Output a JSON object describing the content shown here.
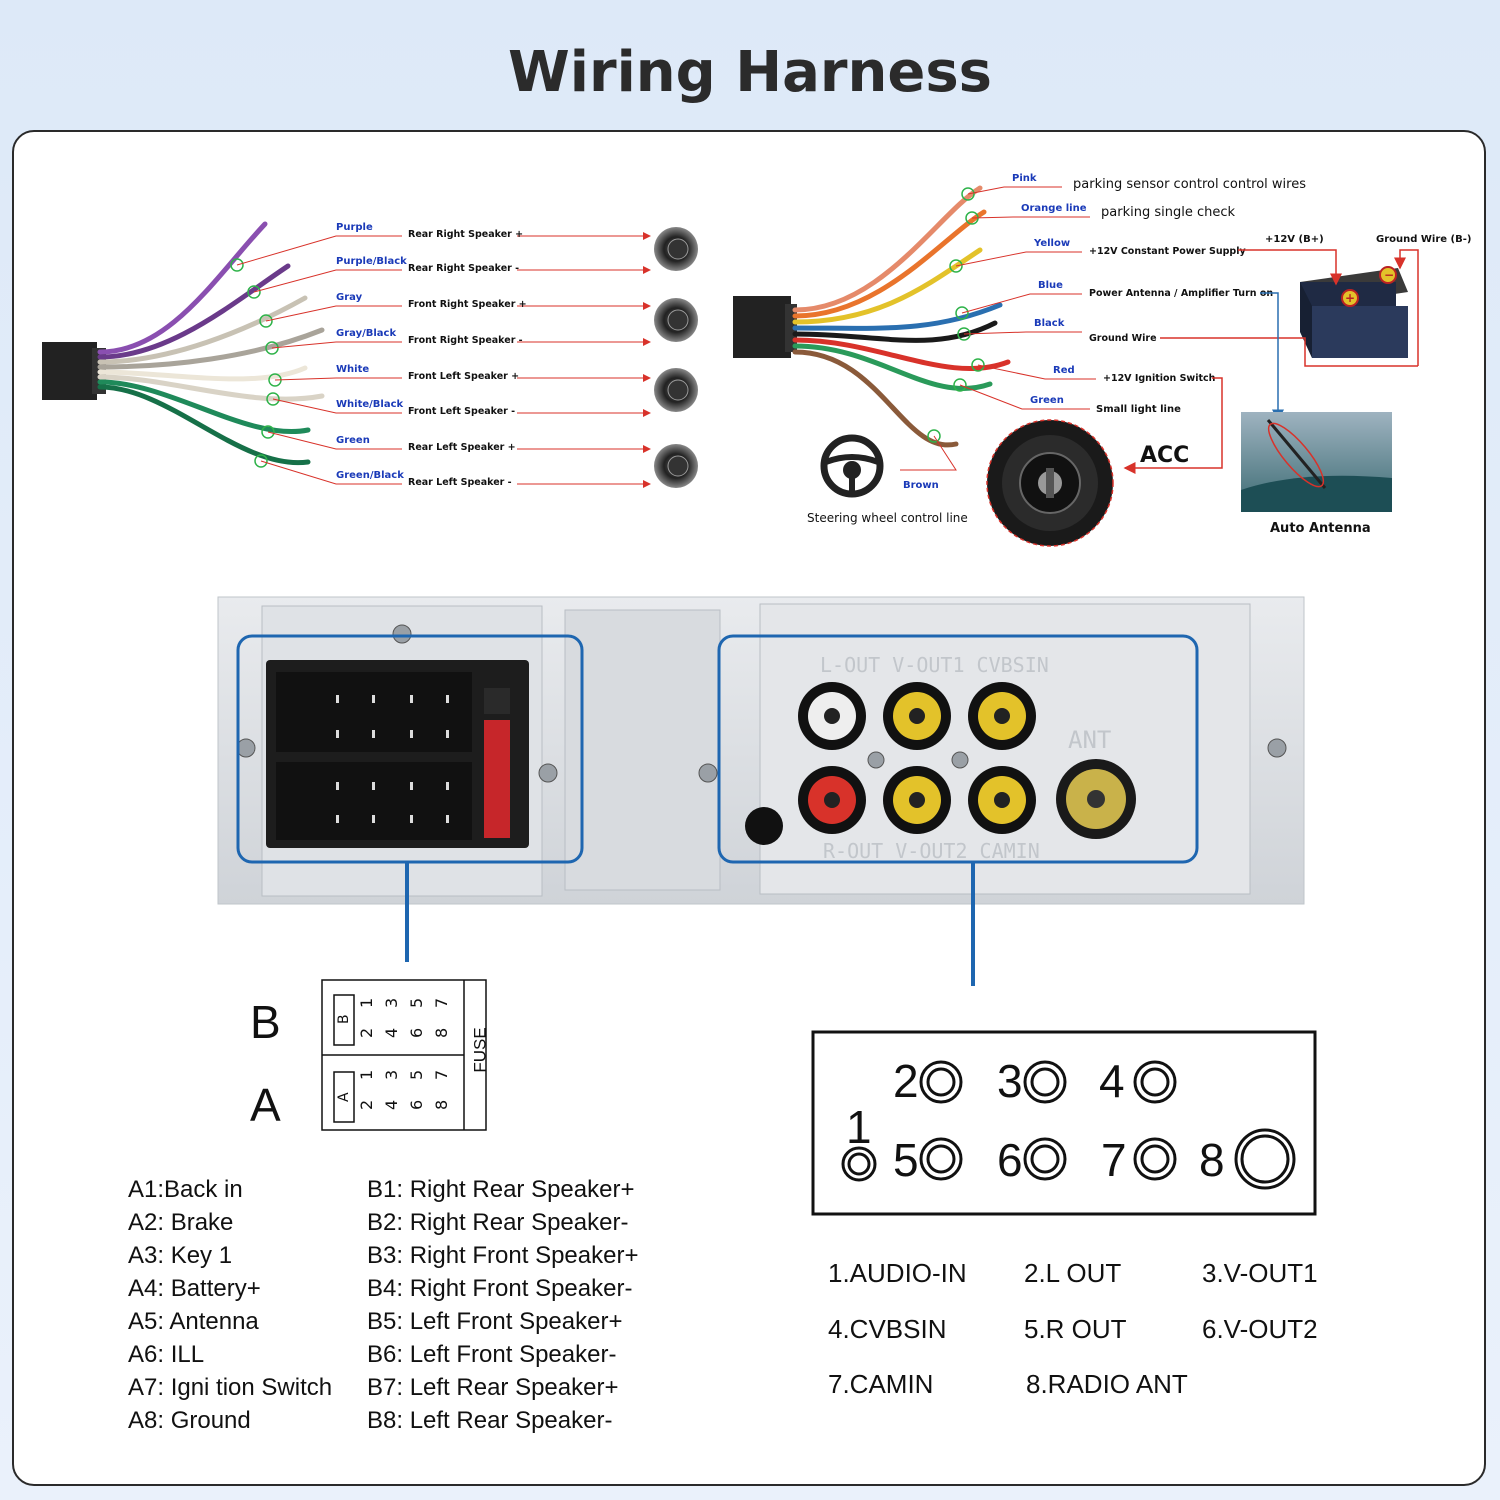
{
  "title": "Wiring Harness",
  "left_harness": {
    "wires": [
      {
        "color_name": "Purple",
        "function": "Rear Right Speaker +",
        "hex": "#8a4fb0"
      },
      {
        "color_name": "Purple/Black",
        "function": "Rear Right Speaker -",
        "hex": "#6a3a8a"
      },
      {
        "color_name": "Gray",
        "function": "Front Right Speaker +",
        "hex": "#c8c2b4"
      },
      {
        "color_name": "Gray/Black",
        "function": "Front Right Speaker -",
        "hex": "#a9a49a"
      },
      {
        "color_name": "White",
        "function": "Front Left Speaker +",
        "hex": "#ece6d8"
      },
      {
        "color_name": "White/Black",
        "function": "Front Left Speaker -",
        "hex": "#d9d3c6"
      },
      {
        "color_name": "Green",
        "function": "Rear Left Speaker +",
        "hex": "#1f8a5a"
      },
      {
        "color_name": "Green/Black",
        "function": "Rear Left Speaker -",
        "hex": "#167048"
      }
    ]
  },
  "right_harness": {
    "wires": [
      {
        "color_name": "Pink",
        "function": "parking sensor control control wires",
        "hex": "#e58a6a"
      },
      {
        "color_name": "Orange line",
        "function": "parking single check",
        "hex": "#e9742c"
      },
      {
        "color_name": "Yellow",
        "function": "+12V Constant Power Supply",
        "hex": "#e3c22a"
      },
      {
        "color_name": "Blue",
        "function": "Power Antenna / Amplifier Turn on",
        "hex": "#2a6fb0"
      },
      {
        "color_name": "Black",
        "function": "Ground Wire",
        "hex": "#1a1a1a"
      },
      {
        "color_name": "Red",
        "function": "+12V  Ignition Switch",
        "hex": "#d8322a"
      },
      {
        "color_name": "Green",
        "function": "Small light line",
        "hex": "#2a9a5a"
      },
      {
        "color_name": "Brown",
        "function": "Steering wheel control line",
        "hex": "#8a5a3a"
      }
    ],
    "battery_pos": "+12V  (B+)",
    "battery_neg": "Ground Wire (B-)",
    "acc": "ACC",
    "auto_antenna": "Auto Antenna"
  },
  "panel": {
    "top_labels": "L-OUT  V-OUT1  CVBSIN",
    "bottom_labels": "R-OUT  V-OUT2  CAMIN",
    "ant": "ANT"
  },
  "connector": {
    "row_b": "B",
    "row_a": "A",
    "fuse": "FUSE"
  },
  "pins_a": [
    "A1:Back    in",
    "A2: Brake",
    "A3: Key 1",
    "A4: Battery+",
    "A5: Antenna",
    "A6:  ILL",
    "A7:  Igni tion Switch",
    "A8: Ground"
  ],
  "pins_b": [
    "B1: Right Rear Speaker+",
    "B2: Right Rear Speaker-",
    "B3: Right Front Speaker+",
    "B4: Right Front Speaker-",
    "B5: Left Front Speaker+",
    "B6: Left Front Speaker-",
    "B7: Left Rear Speaker+",
    "B8: Left Rear Speaker-"
  ],
  "jack_numbers": [
    "1",
    "2",
    "3",
    "4",
    "5",
    "6",
    "7",
    "8"
  ],
  "ports": [
    "1.AUDIO-IN",
    "2.L OUT",
    "3.V-OUT1",
    "4.CVBSIN",
    "5.R OUT",
    "6.V-OUT2",
    "7.CAMIN",
    "8.RADIO ANT"
  ]
}
